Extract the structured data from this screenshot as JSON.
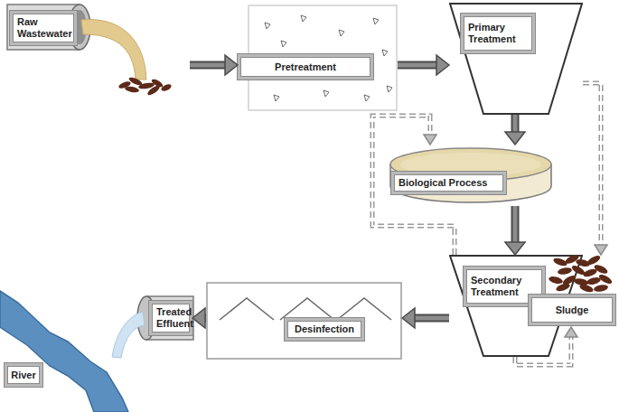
{
  "diagram": {
    "nodes": [
      {
        "text": [
          "Raw Wastewater"
        ]
      },
      {
        "text": [
          "Pretreatment"
        ]
      },
      {
        "text": [
          "Primary Treatment"
        ]
      },
      {
        "text": [
          "Biological Process"
        ]
      },
      {
        "text": [
          "Secondary Treatment"
        ]
      },
      {
        "text": [
          "Sludge"
        ]
      },
      {
        "text": [
          "Desinfection"
        ]
      },
      {
        "text": [
          "Treated Effluent"
        ]
      },
      {
        "text": [
          "River"
        ]
      }
    ],
    "edges": [
      {
        "from": 0,
        "to": 1,
        "arrow": "to"
      },
      {
        "from": 1,
        "to": 2,
        "arrow": "to"
      },
      {
        "from": 2,
        "to": 3,
        "arrow": "to"
      },
      {
        "from": 3,
        "to": 4,
        "arrow": "to"
      },
      {
        "from": 4,
        "to": 6,
        "arrow": "to"
      },
      {
        "from": 6,
        "to": 7,
        "arrow": "to"
      },
      {
        "from": 2,
        "to": 5,
        "arrow": "to"
      },
      {
        "from": 4,
        "to": 5,
        "arrow": "to"
      },
      {
        "from": 4,
        "to": 3,
        "arrow": "to"
      }
    ]
  }
}
